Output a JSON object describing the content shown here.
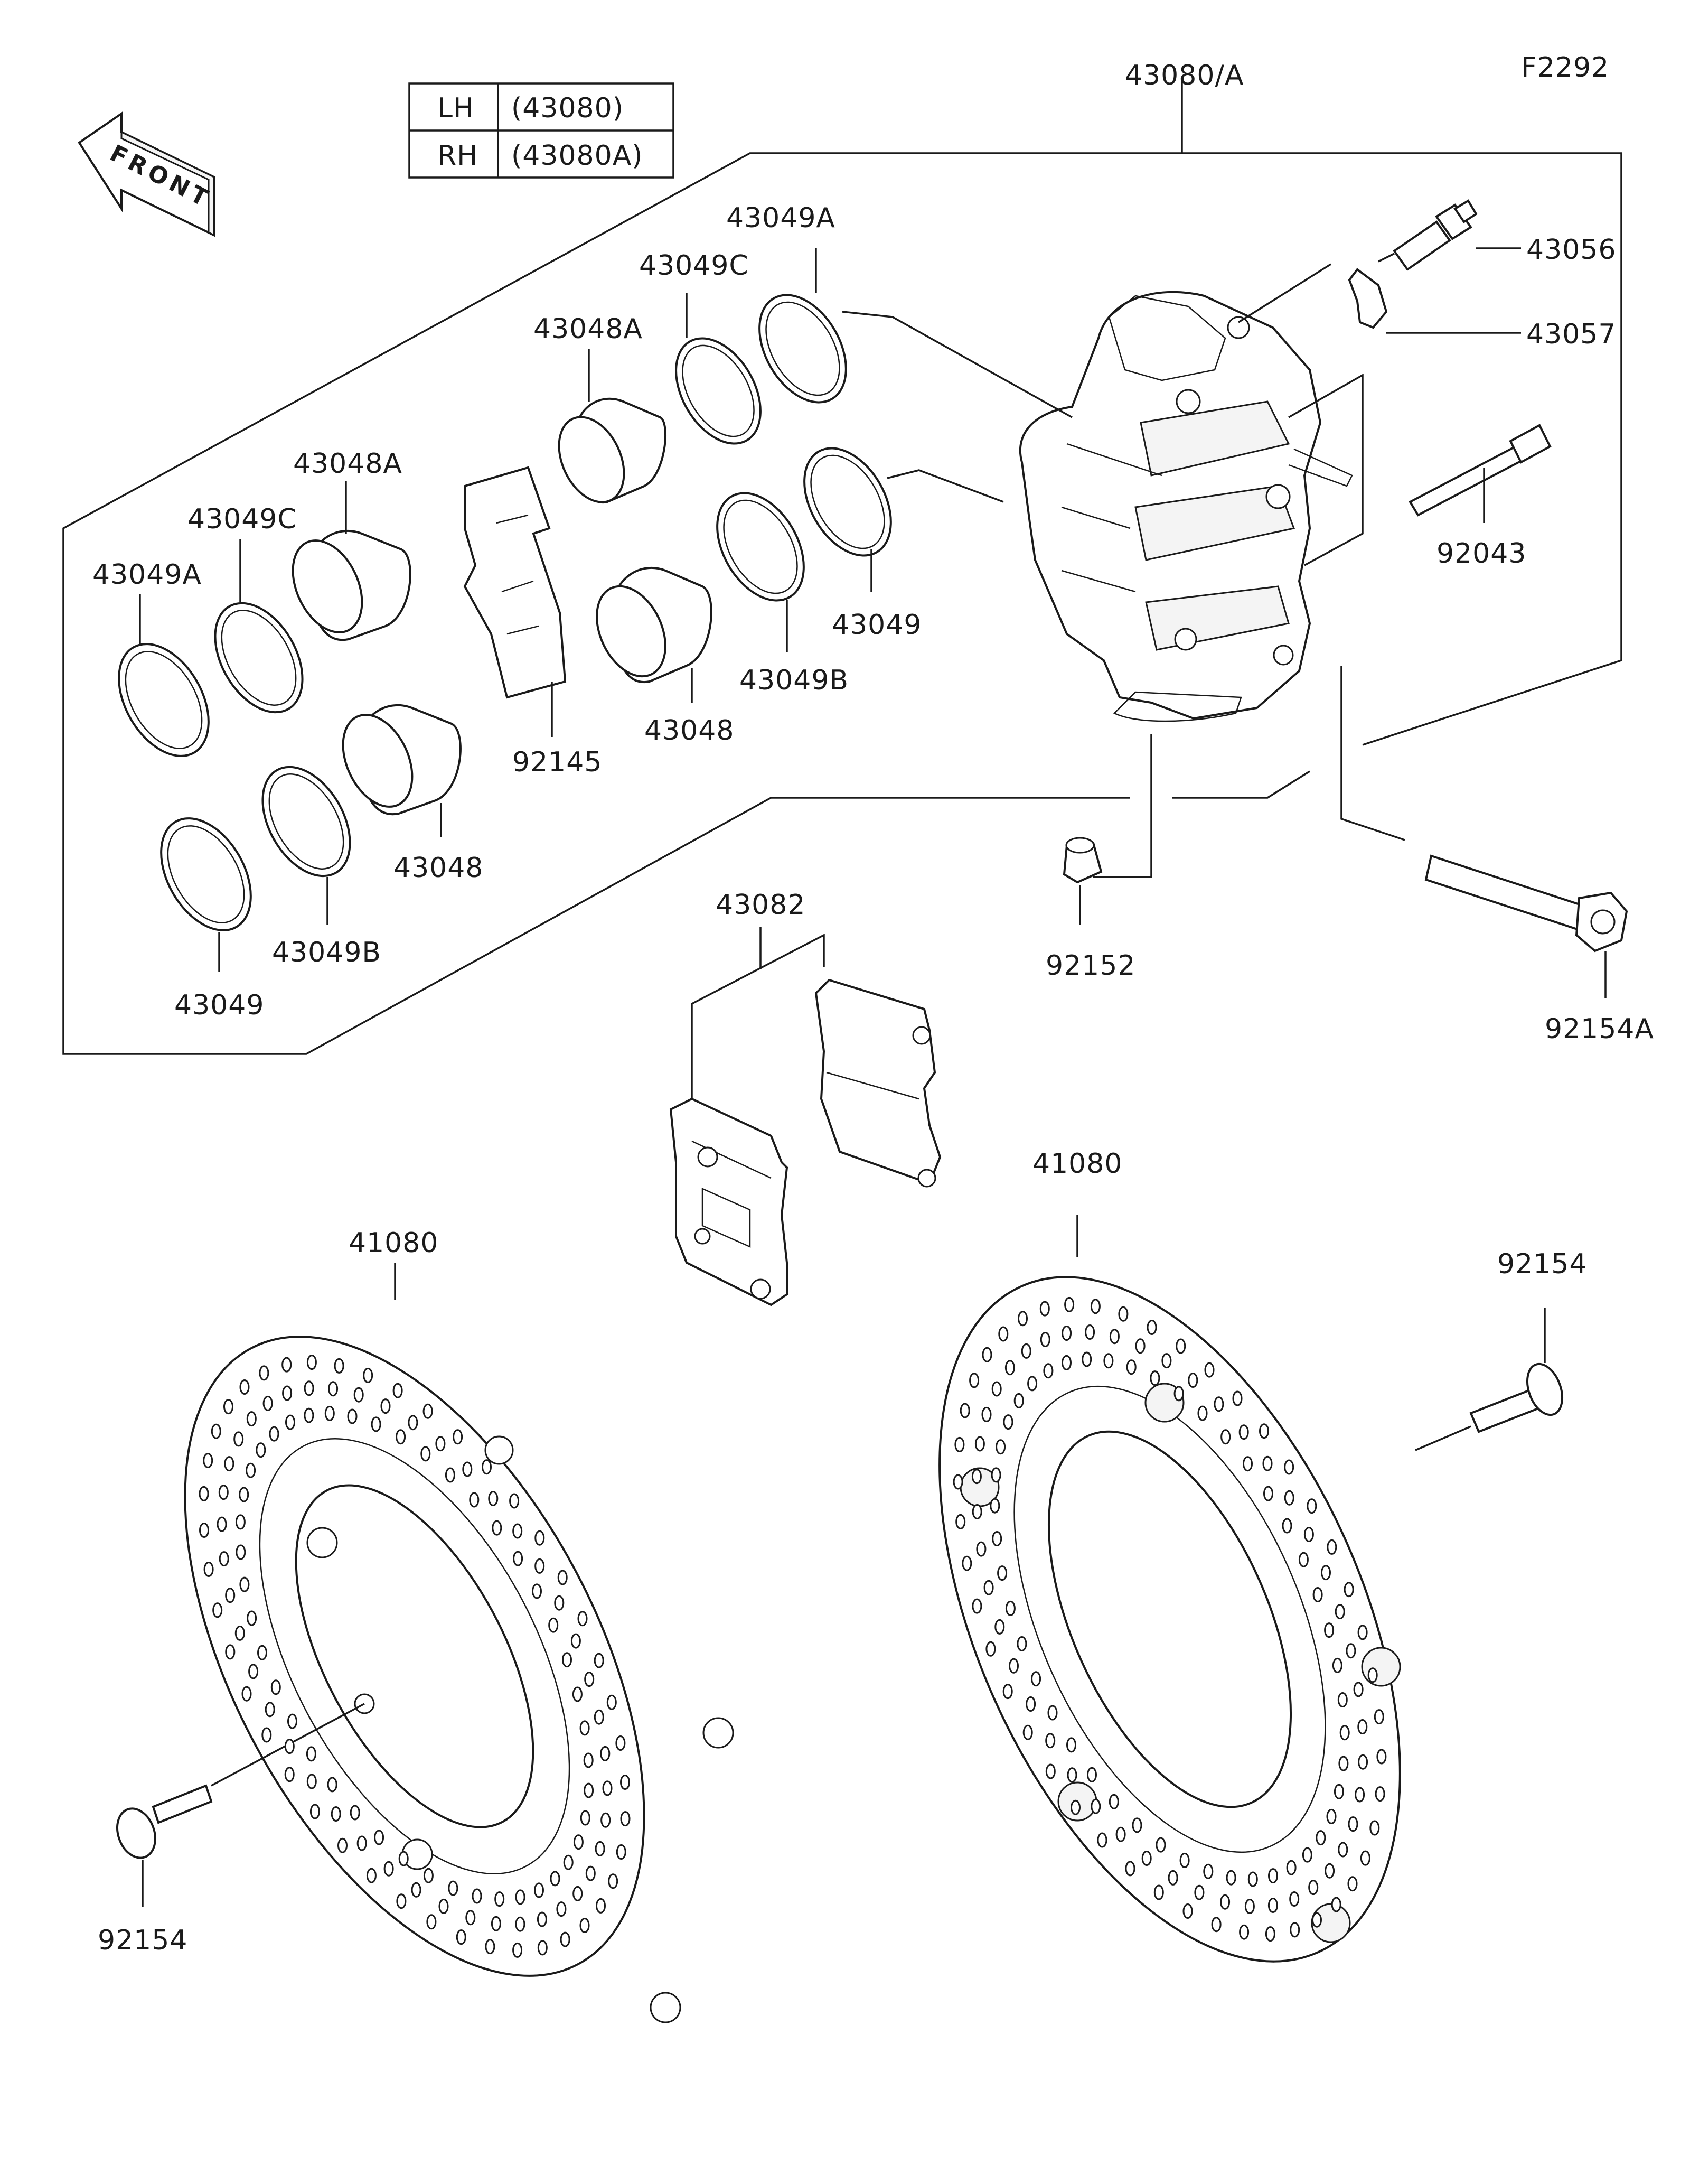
{
  "figure_code": "F2292",
  "front_arrow_text": "FRONT",
  "side_table": [
    {
      "side": "LH",
      "part": "(43080)"
    },
    {
      "side": "RH",
      "part": "(43080A)"
    }
  ],
  "labels": {
    "caliper_assy": "43080/A",
    "bleeder_valve": "43056",
    "bleeder_cap": "43057",
    "pad_pin": "92043",
    "caliper_bolt": "92154A",
    "boot": "92152",
    "pad_set": "43082",
    "disc_left": "41080",
    "disc_right": "41080",
    "disc_bolt_left": "92154",
    "disc_bolt_right": "92154",
    "seal_a_upper": "43049A",
    "seal_c_upper": "43049C",
    "piston_a_upper": "43048A",
    "seal_a_left": "43049A",
    "seal_c_left": "43049C",
    "piston_a_left": "43048A",
    "spring": "92145",
    "piston_lower_mid": "43048",
    "seal_b_mid": "43049B",
    "seal_mid": "43049",
    "piston_lower_left": "43048",
    "seal_b_left": "43049B",
    "seal_left": "43049"
  }
}
